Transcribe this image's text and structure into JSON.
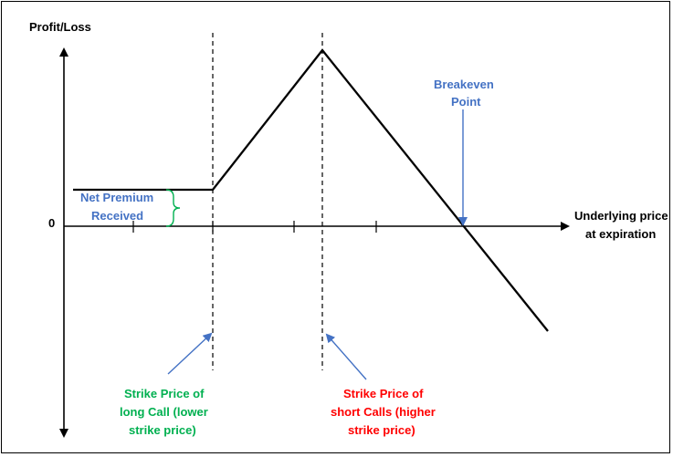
{
  "axes": {
    "y_label": "Profit/Loss",
    "x_label": [
      "Underlying price",
      "at expiration"
    ],
    "zero_label": "0"
  },
  "annotations": {
    "net_premium": [
      "Net Premium",
      "Received"
    ],
    "breakeven": [
      "Breakeven",
      "Point"
    ],
    "long_call": [
      "Strike Price of",
      "long Call (lower",
      "strike price)"
    ],
    "short_calls": [
      "Strike Price of",
      "short Calls (higher",
      "strike price)"
    ]
  },
  "colors": {
    "axis": "#000000",
    "payoff_line": "#000000",
    "blue_annotation": "#4472c4",
    "green_annotation": "#00b050",
    "red_annotation": "#ff0000",
    "brace": "#00b050"
  }
}
